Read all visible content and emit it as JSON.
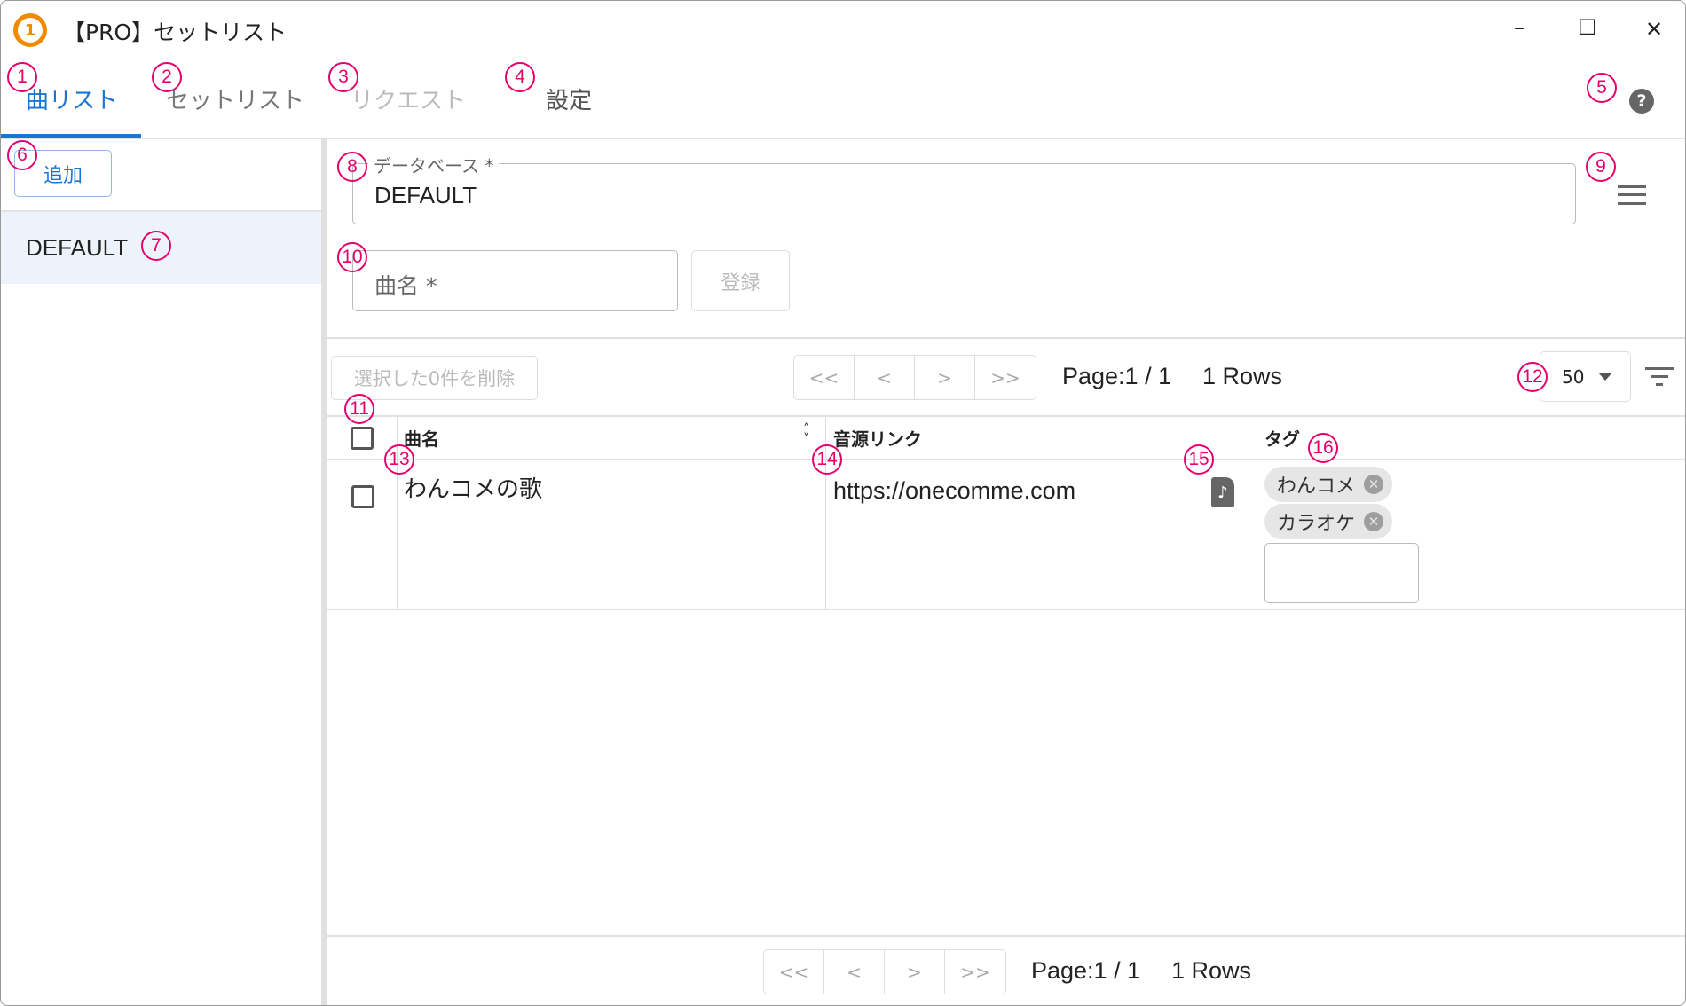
{
  "window": {
    "title": "【PRO】セットリスト",
    "minimize": "–",
    "maximize": "☐",
    "close": "✕"
  },
  "tabs": [
    {
      "label": "曲リスト"
    },
    {
      "label": "セットリスト"
    },
    {
      "label": "リクエスト"
    },
    {
      "label": "設定"
    }
  ],
  "help_icon": "?",
  "sidebar": {
    "add_label": "追加",
    "items": [
      {
        "label": "DEFAULT"
      }
    ]
  },
  "database": {
    "label": "データベース *",
    "value": "DEFAULT"
  },
  "song_input": {
    "placeholder": "曲名 *",
    "register_label": "登録"
  },
  "toolbar": {
    "delete_label": "選択した0件を削除",
    "page_text": "Page:1 / 1",
    "rows_text": "1 Rows",
    "page_size": "50"
  },
  "pager": {
    "first": "<<",
    "prev": "<",
    "next": ">",
    "last": ">>"
  },
  "table": {
    "headers": [
      "曲名",
      "音源リンク",
      "タグ"
    ],
    "rows": [
      {
        "name": "わんコメの歌",
        "link": "https://onecomme.com",
        "tags": [
          "わんコメ",
          "カラオケ"
        ]
      }
    ]
  },
  "annotations": [
    "1",
    "2",
    "3",
    "4",
    "5",
    "6",
    "7",
    "8",
    "9",
    "10",
    "11",
    "12",
    "13",
    "14",
    "15",
    "16"
  ],
  "colors": {
    "accent": "#1976d2",
    "annotation": "#e8006a",
    "selected": "#edf3fb"
  }
}
